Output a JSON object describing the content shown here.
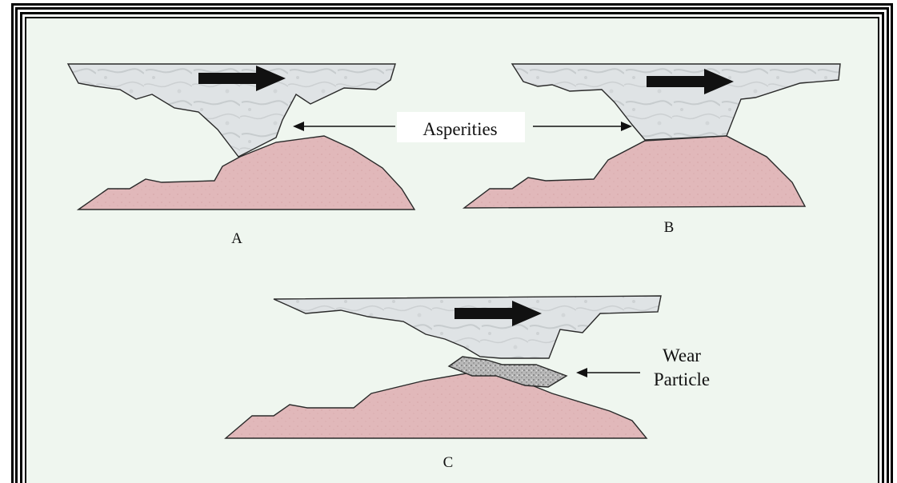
{
  "diagram": {
    "asperities_label": "Asperities",
    "wear_label_line1": "Wear",
    "wear_label_line2": "Particle",
    "panels": [
      {
        "letter": "A"
      },
      {
        "letter": "B"
      },
      {
        "letter": "C"
      }
    ],
    "colors": {
      "frame": "#000000",
      "background": "#eff6ef",
      "upper_body": "#dde1e3",
      "lower_body": "#e2b8ba",
      "wear_particle": "#b5b5b5",
      "outline": "#2a2a2a"
    }
  }
}
